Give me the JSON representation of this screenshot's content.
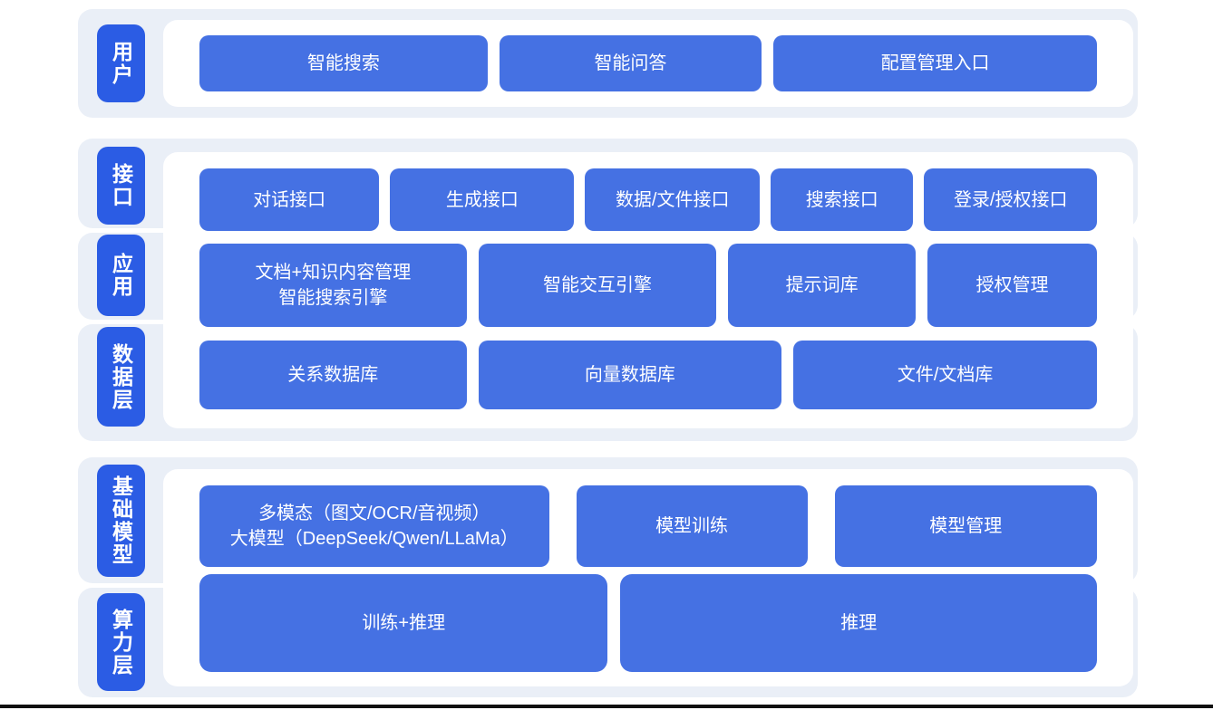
{
  "colors": {
    "page": "#ffffff",
    "band_bg": "#eaeff7",
    "pill_blue": "#2b5ce4",
    "block_blue": "#4571e3",
    "panel_white": "#ffffff",
    "text_white": "#ffffff",
    "bottom_rule": "#101010"
  },
  "diagram": {
    "user_layer": {
      "label": "用户",
      "blocks": {
        "smart_search": "智能搜索",
        "smart_qa": "智能问答",
        "config_entry": "配置管理入口"
      }
    },
    "interface_layer": {
      "label": "接口",
      "blocks": {
        "dialog_api": "对话接口",
        "generation_api": "生成接口",
        "data_file_api": "数据/文件接口",
        "search_api": "搜索接口",
        "login_auth_api": "登录/授权接口"
      }
    },
    "application_layer": {
      "label": "应用",
      "blocks": {
        "doc_knowledge": "文档+知识内容管理\n智能搜索引擎",
        "interaction_engine": "智能交互引擎",
        "prompt_library": "提示词库",
        "auth_mgmt": "授权管理"
      }
    },
    "data_layer": {
      "label": "数据层",
      "blocks": {
        "relational_db": "关系数据库",
        "vector_db": "向量数据库",
        "file_doc_store": "文件/文档库"
      }
    },
    "foundation_layer": {
      "label": "基础模型",
      "blocks": {
        "multimodal_llm": "多模态（图文/OCR/音视频）\n大模型（DeepSeek/Qwen/LLaMa）",
        "model_training": "模型训练",
        "model_mgmt": "模型管理"
      }
    },
    "compute_layer": {
      "label": "算力层",
      "blocks": {
        "training_inference": "训练+推理",
        "inference": "推理"
      }
    }
  }
}
